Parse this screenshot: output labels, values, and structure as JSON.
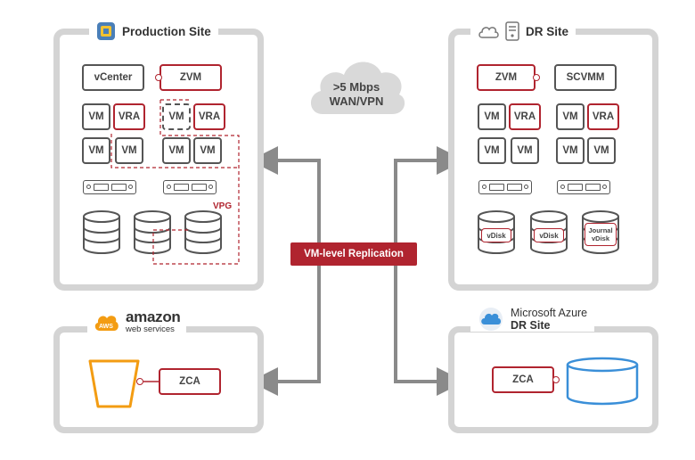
{
  "cloud": {
    "line1": ">5 Mbps",
    "line2": "WAN/VPN"
  },
  "center_label": "VM-level Replication",
  "production": {
    "title": "Production Site",
    "vcenter": "vCenter",
    "zvm": "ZVM",
    "vm": "VM",
    "vra": "VRA",
    "vpg": "VPG"
  },
  "dr": {
    "title": "DR Site",
    "zvm": "ZVM",
    "scvmm": "SCVMM",
    "vm": "VM",
    "vra": "VRA",
    "vdisk": "vDisk",
    "journal_line1": "Journal",
    "journal_line2": "vDisk"
  },
  "aws": {
    "badge": "AWS",
    "logo_line1": "amazon",
    "logo_line2": "web services",
    "zca": "ZCA"
  },
  "azure": {
    "title_line1": "Microsoft Azure",
    "title_line2": "DR Site",
    "zca": "ZCA"
  },
  "colors": {
    "accent": "#b0242f",
    "panel_border": "#d4d4d4",
    "arrow": "#8a8a8a",
    "aws_orange": "#f39c12",
    "azure_blue": "#3a8fd8"
  }
}
